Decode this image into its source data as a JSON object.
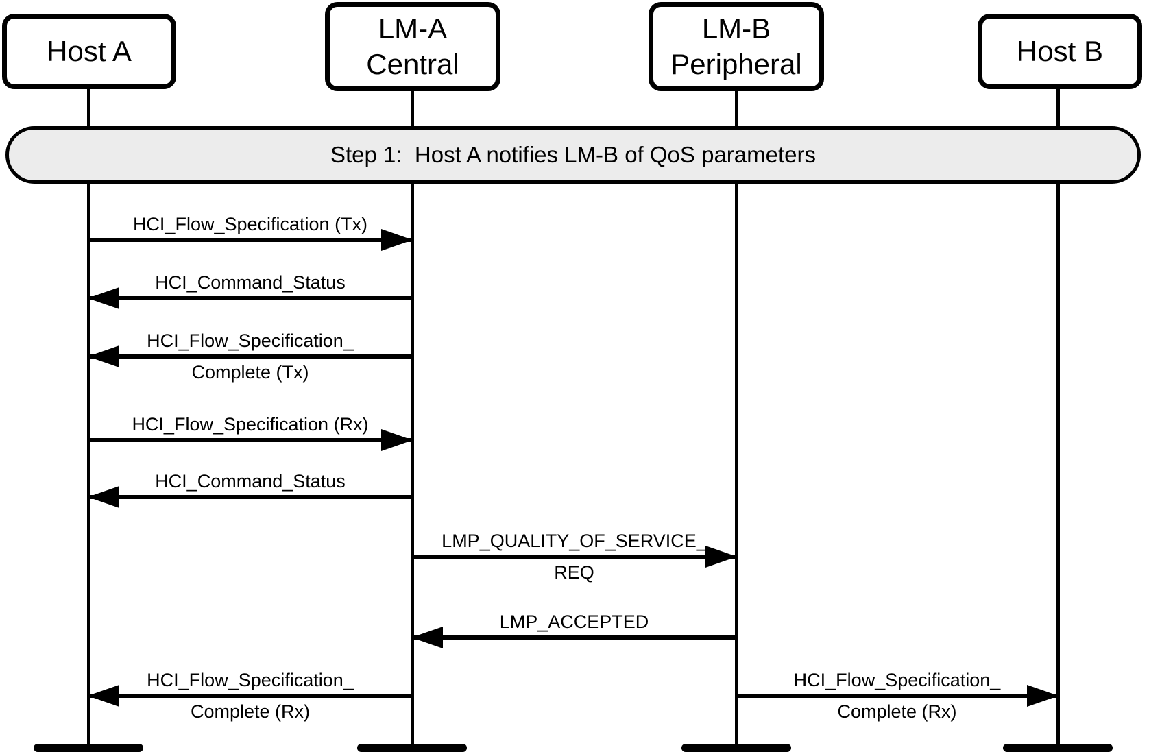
{
  "diagram": {
    "type": "sequence-diagram",
    "colors": {
      "background": "#ffffff",
      "line": "#000000",
      "banner_fill": "#ececec"
    },
    "banner": {
      "label": "Step 1:  Host A notifies LM-B of QoS parameters"
    },
    "actors": {
      "host_a": {
        "label": "Host A"
      },
      "lm_a": {
        "label1": "LM-A",
        "label2": "Central"
      },
      "lm_b": {
        "label1": "LM-B",
        "label2": "Peripheral"
      },
      "host_b": {
        "label": "Host B"
      }
    },
    "messages": [
      {
        "from": "Host A",
        "to": "LM-A Central",
        "direction": "right",
        "line1": "HCI_Flow_Specification (Tx)"
      },
      {
        "from": "LM-A Central",
        "to": "Host A",
        "direction": "left",
        "line1": "HCI_Command_Status"
      },
      {
        "from": "LM-A Central",
        "to": "Host A",
        "direction": "left",
        "line1": "HCI_Flow_Specification_",
        "line2": "Complete (Tx)"
      },
      {
        "from": "Host A",
        "to": "LM-A Central",
        "direction": "right",
        "line1": "HCI_Flow_Specification (Rx)"
      },
      {
        "from": "LM-A Central",
        "to": "Host A",
        "direction": "left",
        "line1": "HCI_Command_Status"
      },
      {
        "from": "LM-A Central",
        "to": "LM-B Peripheral",
        "direction": "right",
        "line1": "LMP_QUALITY_OF_SERVICE_",
        "line2": "REQ"
      },
      {
        "from": "LM-B Peripheral",
        "to": "LM-A Central",
        "direction": "left",
        "line1": "LMP_ACCEPTED"
      },
      {
        "from": "LM-A Central",
        "to": "Host A",
        "direction": "left",
        "line1": "HCI_Flow_Specification_",
        "line2": "Complete (Rx)"
      },
      {
        "from": "LM-B Peripheral",
        "to": "Host B",
        "direction": "right",
        "line1": "HCI_Flow_Specification_",
        "line2": "Complete (Rx)"
      }
    ]
  }
}
